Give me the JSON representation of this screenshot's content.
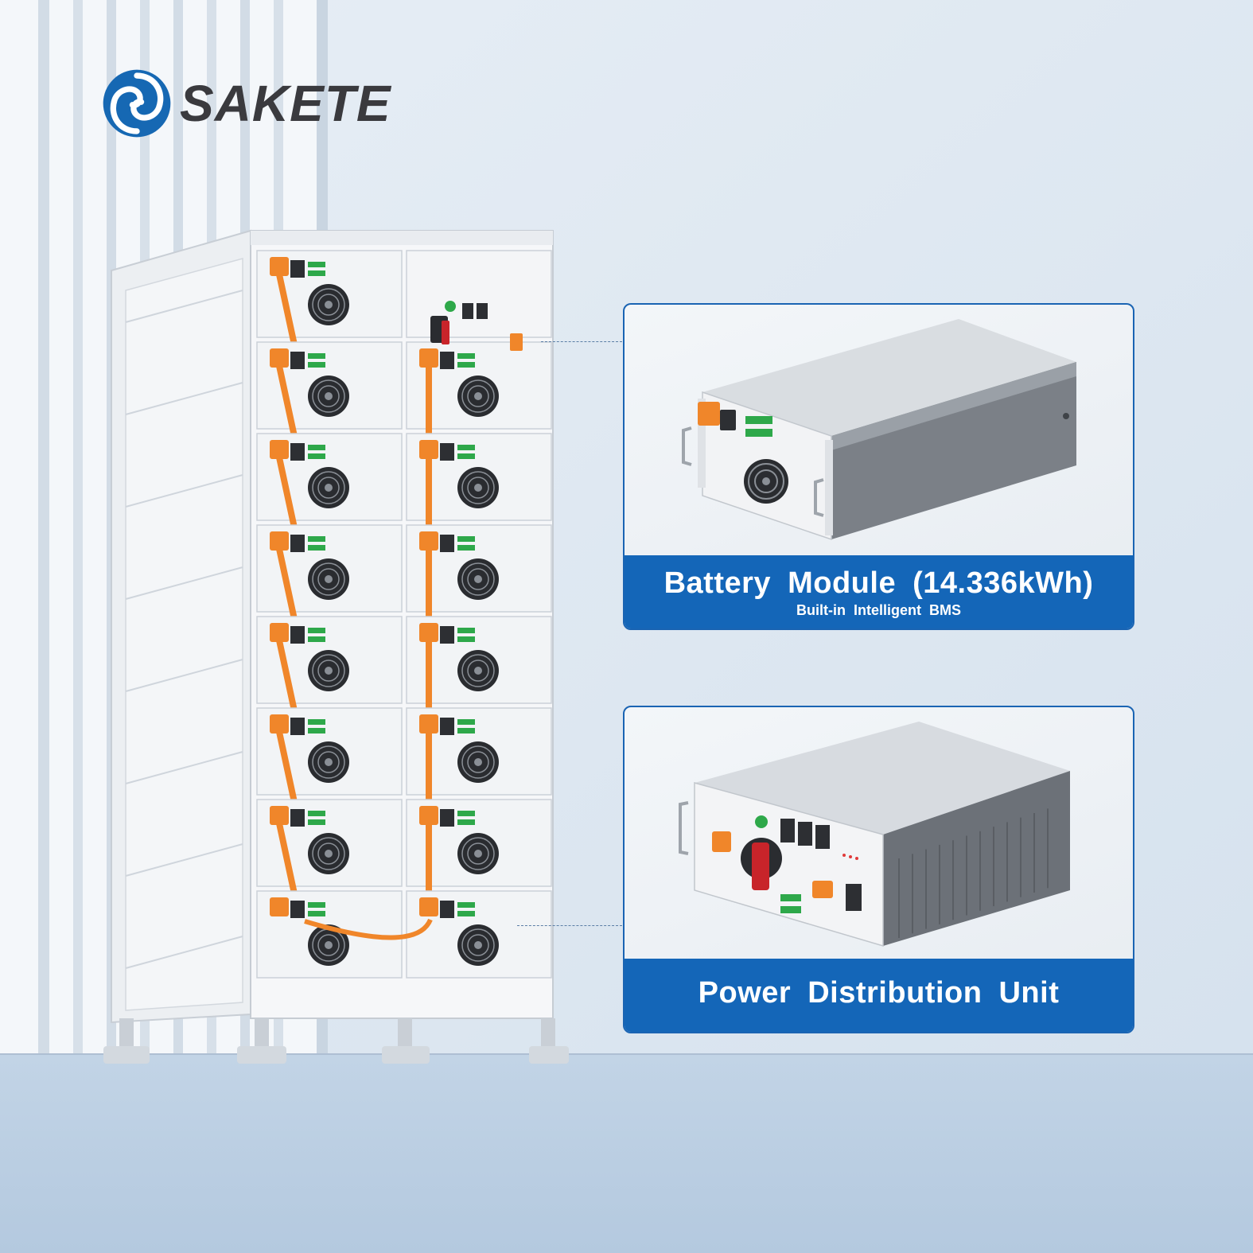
{
  "brand": {
    "name": "SAKETE",
    "logo_color": "#1668b3"
  },
  "product_cards": [
    {
      "title": "Battery  Module  (14.336kWh)",
      "subtitle": "Built-in  Intelligent  BMS"
    },
    {
      "title": "Power  Distribution  Unit"
    }
  ],
  "colors": {
    "banner": "#1466b8",
    "card_border": "#1a64b3",
    "cable": "#f0862a",
    "terminal_green": "#2ea84a",
    "floor": "#b9cde2",
    "wall": "#dfe8f1"
  },
  "illustration": {
    "rack_modules_per_column": 7,
    "rack_columns": 2,
    "icons": [
      "swirl-logo-icon",
      "fan-icon",
      "power-switch-icon",
      "handle-icon"
    ]
  }
}
